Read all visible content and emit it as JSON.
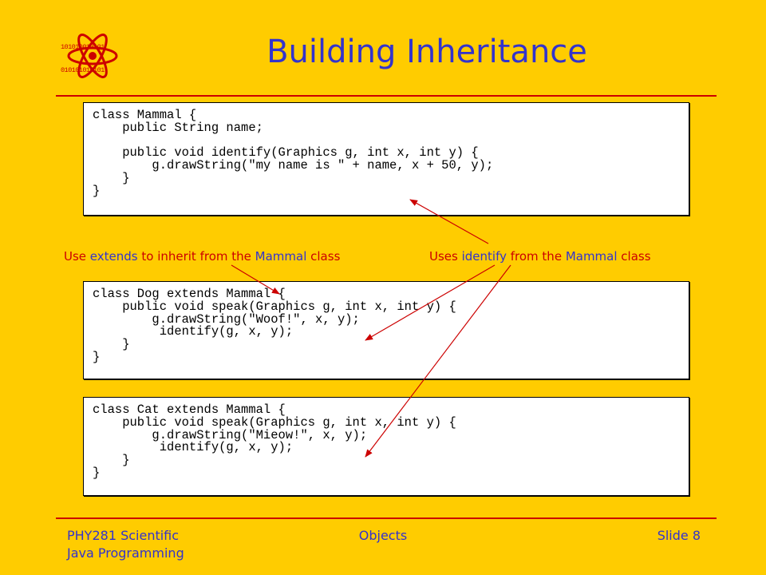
{
  "logo": {
    "name": "atom-binary-logo-icon",
    "binary_lines": [
      "101010010101",
      "010101010101",
      "101010010101",
      "010101010101",
      "101010010101",
      "010101010101",
      "101010100100"
    ]
  },
  "title": "Building Inheritance",
  "code_blocks": {
    "mammal": "class Mammal {\n    public String name;\n\n    public void identify(Graphics g, int x, int y) {\n        g.drawString(\"my name is \" + name, x + 50, y);\n    }\n}",
    "dog": "class Dog extends Mammal {\n    public void speak(Graphics g, int x, int y) {\n        g.drawString(\"Woof!\", x, y);\n         identify(g, x, y);\n    }\n}",
    "cat": "class Cat extends Mammal {\n    public void speak(Graphics g, int x, int y) {\n        g.drawString(\"Mieow!\", x, y);\n         identify(g, x, y);\n    }\n}"
  },
  "annotations": {
    "left": {
      "p1": "Use ",
      "kw": "extends",
      "p2": " to inherit from the ",
      "cls": "Mammal",
      "p3": " class"
    },
    "right": {
      "p1": "Uses ",
      "kw": "identify",
      "p2": " from the ",
      "cls": "Mammal",
      "p3": " class"
    }
  },
  "footer": {
    "left_line1": "PHY281 Scientific",
    "left_line2": "Java Programming",
    "center": "Objects",
    "right": "Slide 8"
  },
  "colors": {
    "background": "#FFCC00",
    "title": "#3333cc",
    "accent_red": "#cc0000"
  }
}
